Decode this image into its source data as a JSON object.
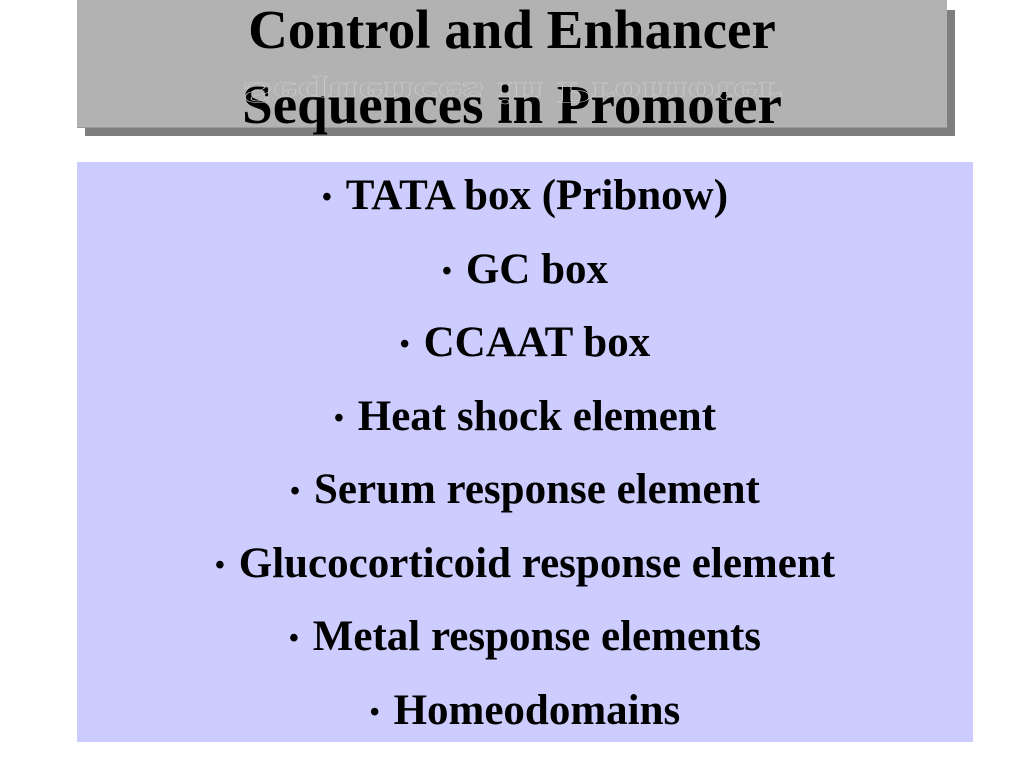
{
  "slide": {
    "title": {
      "line1": "Control and Enhancer",
      "line2": "Sequences in Promoter"
    },
    "bullet_glyph": "•",
    "bullets": [
      "TATA box (Pribnow)",
      "GC box",
      "CCAAT box",
      "Heat shock element",
      "Serum response element",
      "Glucocorticoid response element",
      "Metal response elements",
      "Homeodomains"
    ]
  }
}
